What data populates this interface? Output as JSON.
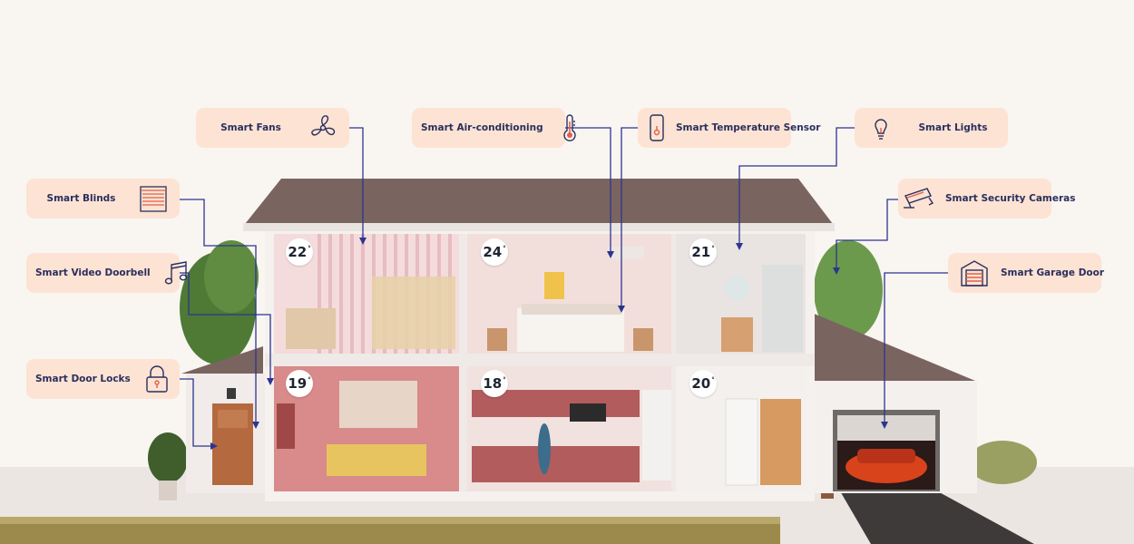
{
  "labels": [
    {
      "id": "smart-fans",
      "text": "Smart Fans",
      "icon": "fan-icon"
    },
    {
      "id": "smart-air-conditioning",
      "text": "Smart Air-conditioning",
      "icon": "thermometer-icon"
    },
    {
      "id": "smart-temperature-sensor",
      "text": "Smart Temperature Sensor",
      "icon": "temperature-sensor-icon"
    },
    {
      "id": "smart-lights",
      "text": "Smart Lights",
      "icon": "light-bulb-icon"
    },
    {
      "id": "smart-blinds",
      "text": "Smart Blinds",
      "icon": "blinds-icon"
    },
    {
      "id": "smart-security-cameras",
      "text": "Smart Security Cameras",
      "icon": "security-camera-icon"
    },
    {
      "id": "smart-video-doorbell",
      "text": "Smart Video Doorbell",
      "icon": "music-note-icon"
    },
    {
      "id": "smart-garage-door",
      "text": "Smart Garage Door",
      "icon": "garage-door-icon"
    },
    {
      "id": "smart-door-locks",
      "text": "Smart Door Locks",
      "icon": "padlock-icon"
    }
  ],
  "temperatures": {
    "kids_room": "22",
    "bedroom": "24",
    "bathroom": "21",
    "living_room": "19",
    "kitchen": "18",
    "laundry": "20",
    "degree_symbol": "°"
  },
  "colors": {
    "background": "#f9f5f1",
    "label_fill": "#fde3d3",
    "label_text": "#2a2f5e",
    "connector": "#2c3590",
    "icon_accent": "#e0604a",
    "roof": "#7a6460"
  }
}
